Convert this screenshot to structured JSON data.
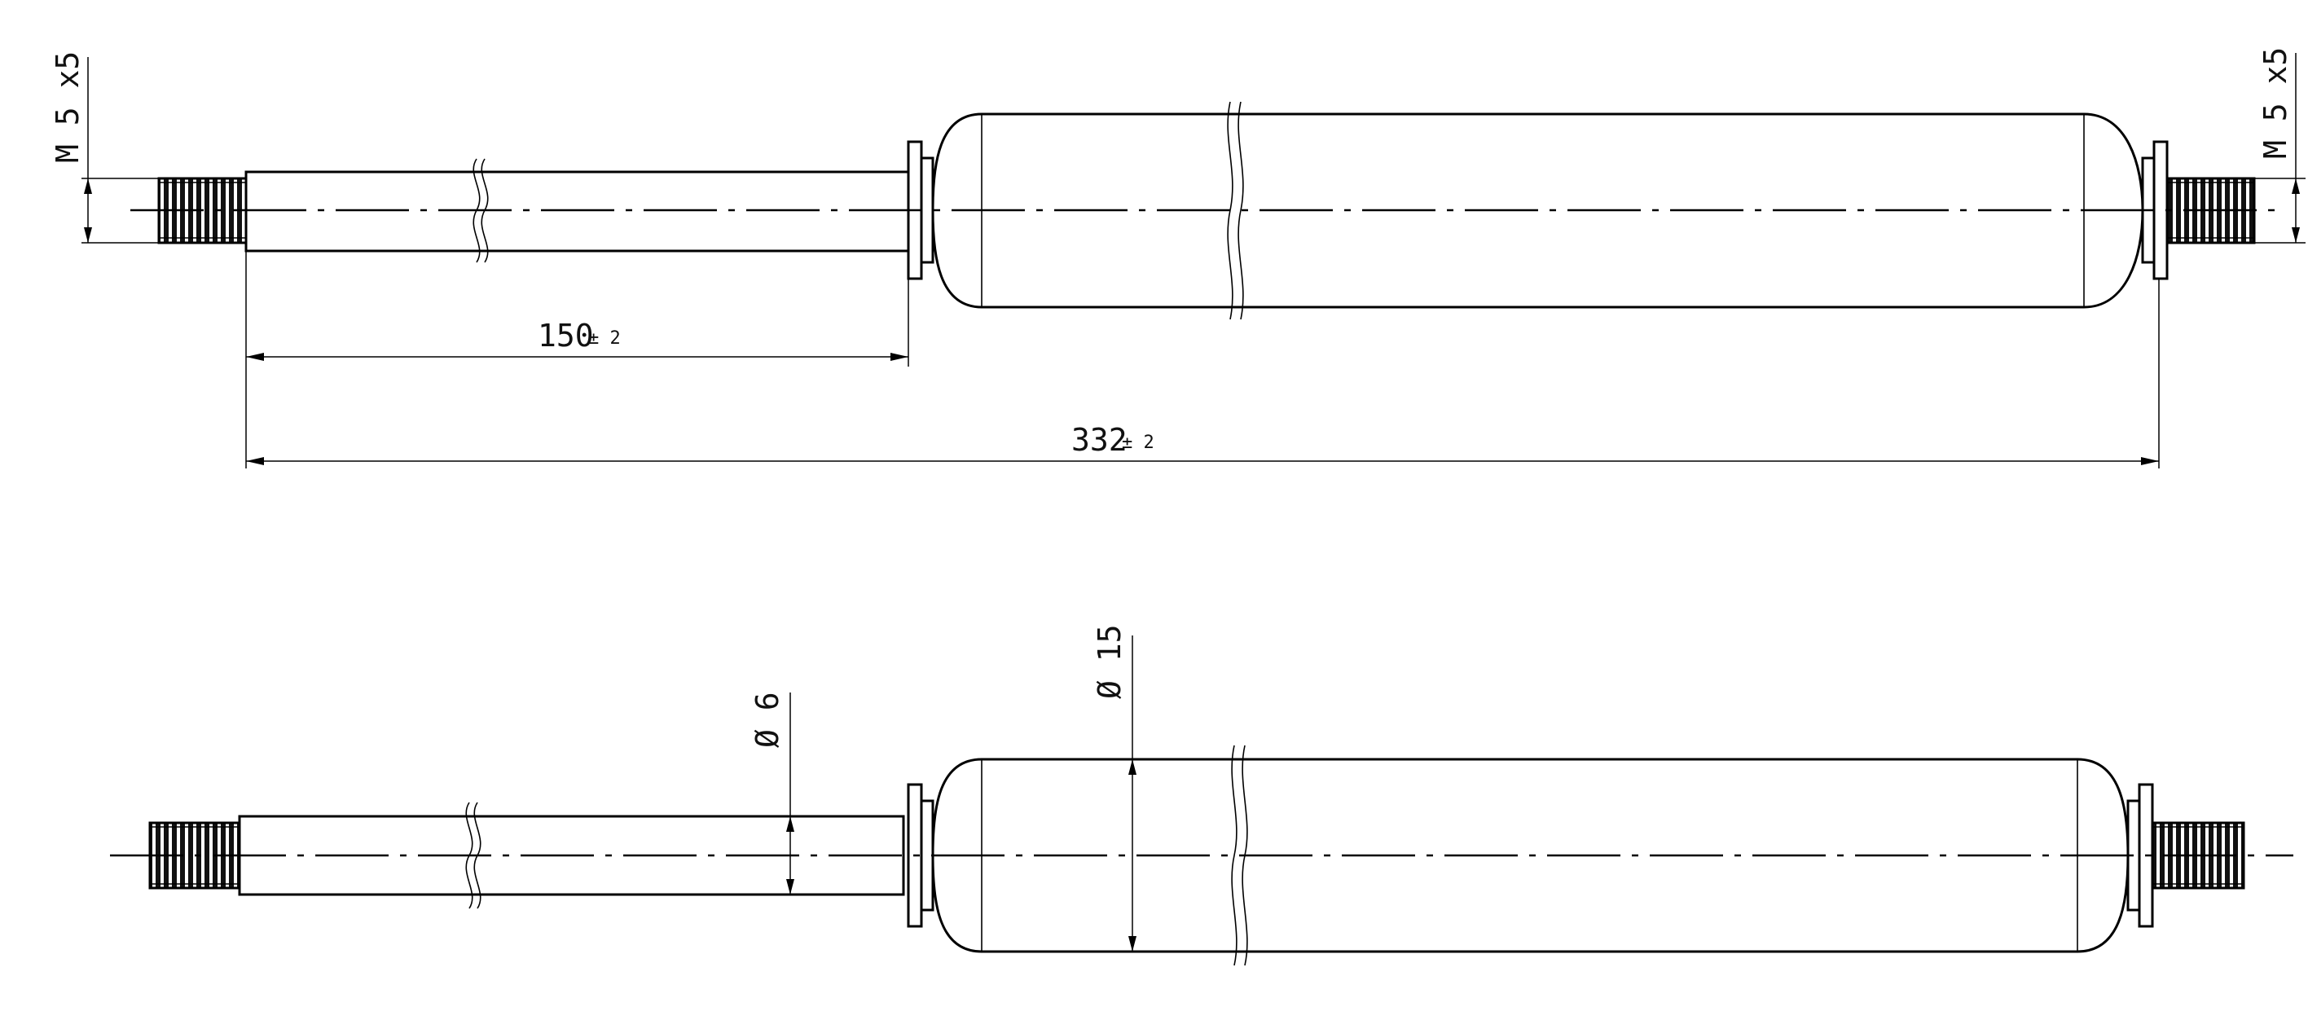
{
  "top_view": {
    "thread_left": {
      "label": "M 5 x5"
    },
    "thread_right": {
      "label": "M 5 x5"
    },
    "stroke_dimension": {
      "value": "150",
      "tolerance": "± 2"
    },
    "overall_dimension": {
      "value": "332",
      "tolerance": "± 2"
    }
  },
  "bottom_view": {
    "rod_diameter": {
      "label": "Ø 6"
    },
    "body_diameter": {
      "label": "Ø 15"
    }
  }
}
